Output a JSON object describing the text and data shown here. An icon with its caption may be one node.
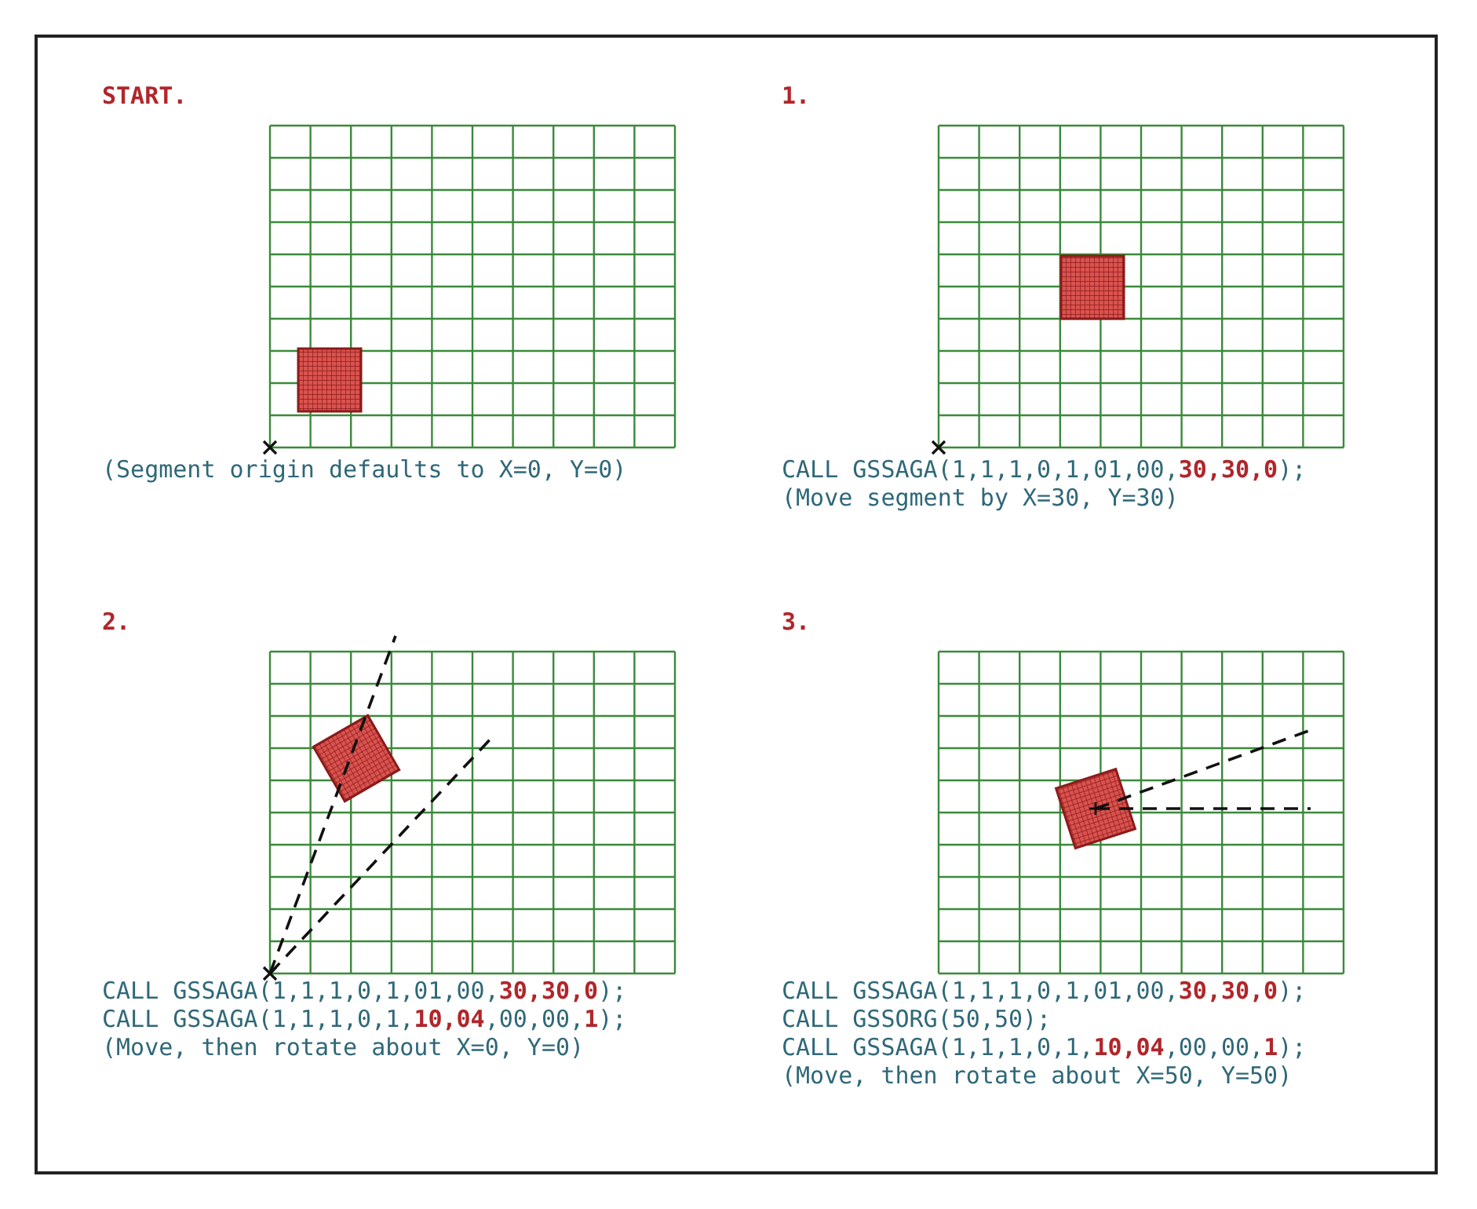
{
  "diagram": {
    "labels": [
      "START.",
      "1.",
      "(Segment origin defaults to X=0, Y=0)",
      "CALL GSSAGA(1,1,1,0,1,01,00,**30,30,0**);",
      "(Move segment by X=30, Y=30)",
      "2.",
      "3.",
      "CALL GSSAGA(1,1,1,0,1,01,00,**30,30,0**);",
      "CALL GSSAGA(1,1,1,0,1,**10,04**,00,00,**1**);",
      "(Move, then rotate about X=0, Y=0)",
      "CALL GSSAGA(1,1,1,0,1,01,00,**30,30,0**);",
      "CALL GSSORG(50,50);",
      "CALL GSSAGA(1,1,1,0,1,**10,04**,00,00,**1**);",
      "(Move, then rotate about X=50, Y=50)"
    ]
  }
}
